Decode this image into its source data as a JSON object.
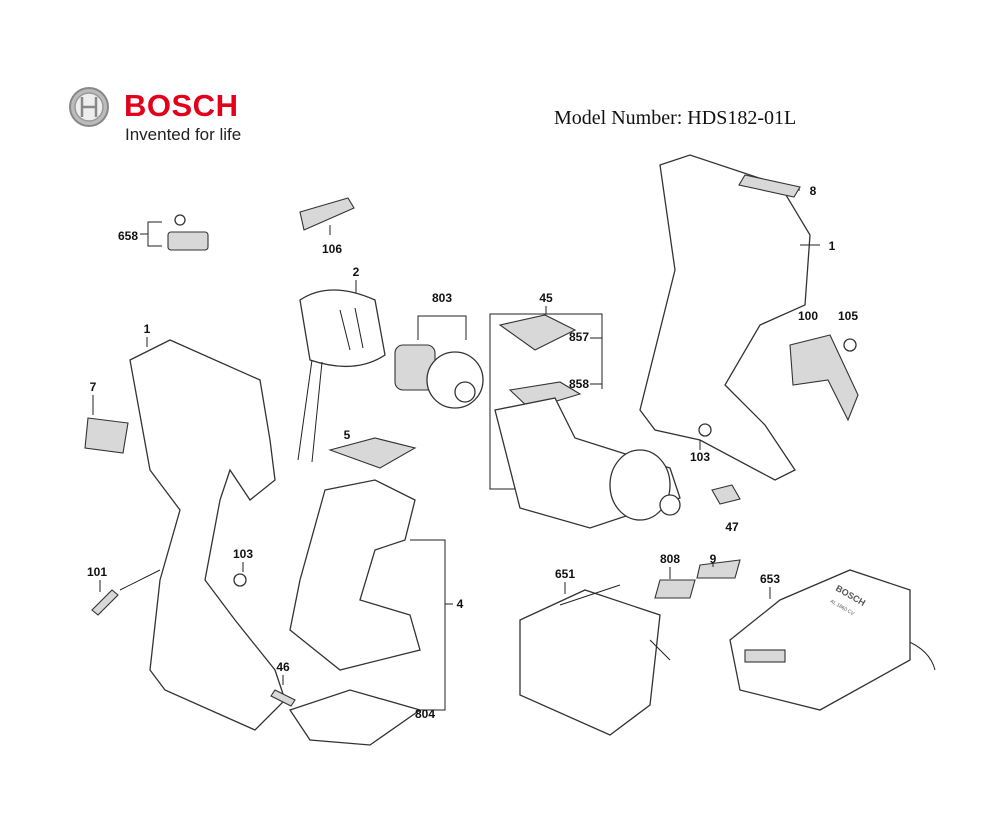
{
  "header": {
    "brand": "BOSCH",
    "tagline": "Invented for life",
    "model_number": "Model Number: HDS182-01L"
  },
  "part_labels": [
    "658",
    "106",
    "2",
    "803",
    "45",
    "857",
    "858",
    "1",
    "8",
    "100",
    "105",
    "103",
    "47",
    "9",
    "808",
    "651",
    "653",
    "1",
    "7",
    "5",
    "103",
    "101",
    "4",
    "46",
    "804"
  ],
  "charger_text": [
    "BOSCH",
    "AL 1860 CV"
  ]
}
